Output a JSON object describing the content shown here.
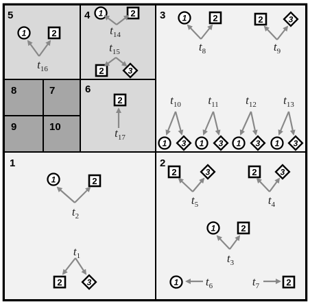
{
  "regions": [
    {
      "id": "r5",
      "label": "5"
    },
    {
      "id": "r4",
      "label": "4"
    },
    {
      "id": "r3",
      "label": "3"
    },
    {
      "id": "r8",
      "label": "8"
    },
    {
      "id": "r7",
      "label": "7"
    },
    {
      "id": "r6",
      "label": "6"
    },
    {
      "id": "r9",
      "label": "9"
    },
    {
      "id": "r10",
      "label": "10"
    },
    {
      "id": "r1",
      "label": "1"
    },
    {
      "id": "r2",
      "label": "2"
    }
  ],
  "node_labels": {
    "circle": "1",
    "square": "2",
    "diamond": "3"
  },
  "transitions": [
    {
      "base": "t",
      "sub": "16"
    },
    {
      "base": "t",
      "sub": "14"
    },
    {
      "base": "t",
      "sub": "15"
    },
    {
      "base": "t",
      "sub": "8"
    },
    {
      "base": "t",
      "sub": "9"
    },
    {
      "base": "t",
      "sub": "17"
    },
    {
      "base": "t",
      "sub": "10"
    },
    {
      "base": "t",
      "sub": "11"
    },
    {
      "base": "t",
      "sub": "12"
    },
    {
      "base": "t",
      "sub": "13"
    },
    {
      "base": "t",
      "sub": "2"
    },
    {
      "base": "t",
      "sub": "1"
    },
    {
      "base": "t",
      "sub": "5"
    },
    {
      "base": "t",
      "sub": "4"
    },
    {
      "base": "t",
      "sub": "3"
    },
    {
      "base": "t",
      "sub": "6"
    },
    {
      "base": "t",
      "sub": "7"
    }
  ],
  "colors": {
    "light_region": "#f2f2f2",
    "mid_region": "#d9d9d9",
    "dark_region": "#a6a6a6",
    "arrow": "#888888",
    "border": "#000000"
  }
}
